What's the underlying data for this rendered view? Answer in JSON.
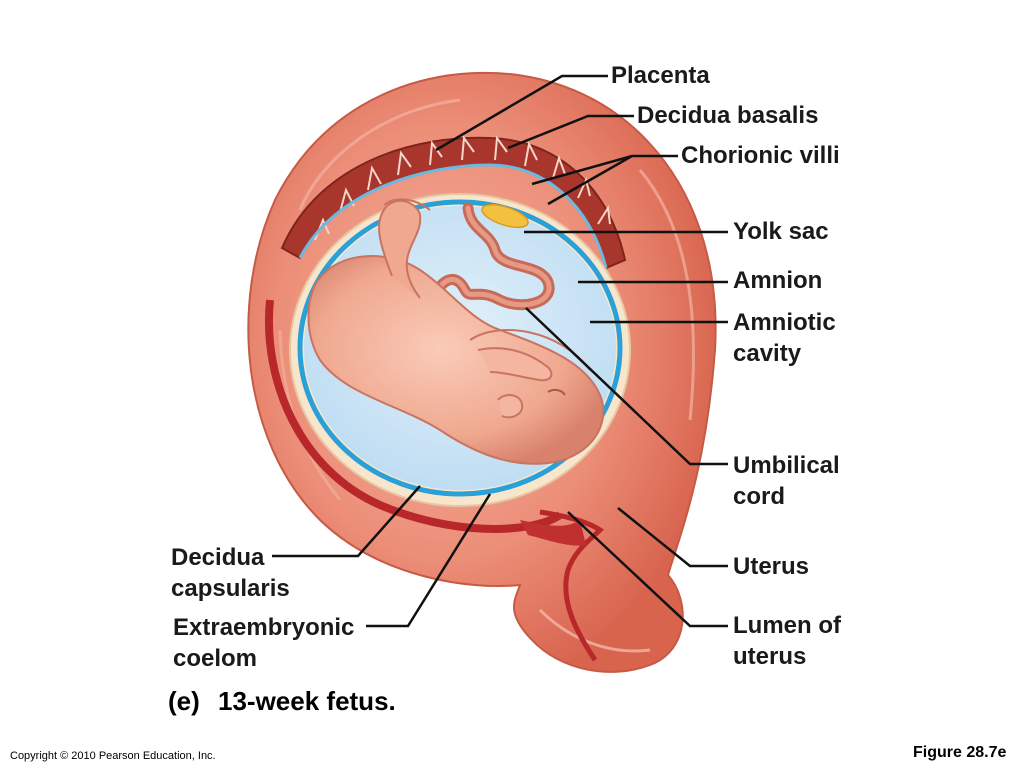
{
  "labels": {
    "placenta": "Placenta",
    "decidua_basalis": "Decidua basalis",
    "chorionic_villi": "Chorionic villi",
    "yolk_sac": "Yolk sac",
    "amnion": "Amnion",
    "amniotic_cavity": [
      "Amniotic",
      "cavity"
    ],
    "umbilical_cord": [
      "Umbilical",
      "cord"
    ],
    "uterus": "Uterus",
    "lumen_of_uterus": [
      "Lumen of",
      "uterus"
    ],
    "decidua_capsularis": [
      "Decidua",
      "capsularis"
    ],
    "extraembryonic_coelom": [
      "Extraembryonic",
      "coelom"
    ]
  },
  "caption": {
    "part": "(e)",
    "text": "13-week fetus."
  },
  "footer": {
    "copyright": "Copyright © 2010 Pearson Education, Inc.",
    "figure": "Figure 28.7e"
  },
  "colors": {
    "uterus_wall": "#e8806a",
    "uterus_light": "#f2a898",
    "decidua_red": "#b8282a",
    "amnion_blue": "#2aa0d8",
    "amniotic_fluid": "#cfe6f6",
    "fetus_skin": "#f0a890",
    "yolk_sac": "#f3c040",
    "leader_line": "#111111"
  }
}
